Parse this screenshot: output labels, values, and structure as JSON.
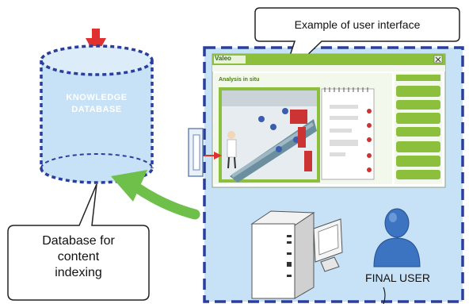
{
  "callout_top": {
    "text": "Example of user interface"
  },
  "database": {
    "label_line1": "KNOWLEDGE",
    "label_line2": "DATABASE"
  },
  "callout_bottom": {
    "line1": "Database for",
    "line2": "content",
    "line3": "indexing"
  },
  "user": {
    "label": "FINAL USER"
  },
  "ui_mock": {
    "logo": "Valeo",
    "panel_title": "Analysis in situ"
  },
  "colors": {
    "dashed_blue": "#2a3e9e",
    "cylinder_fill": "#c7e2f6",
    "panel_fill": "#c7e2f6",
    "green_arrow": "#6fc04a",
    "red_arrow": "#e03030",
    "ui_green": "#8bbf3c"
  }
}
